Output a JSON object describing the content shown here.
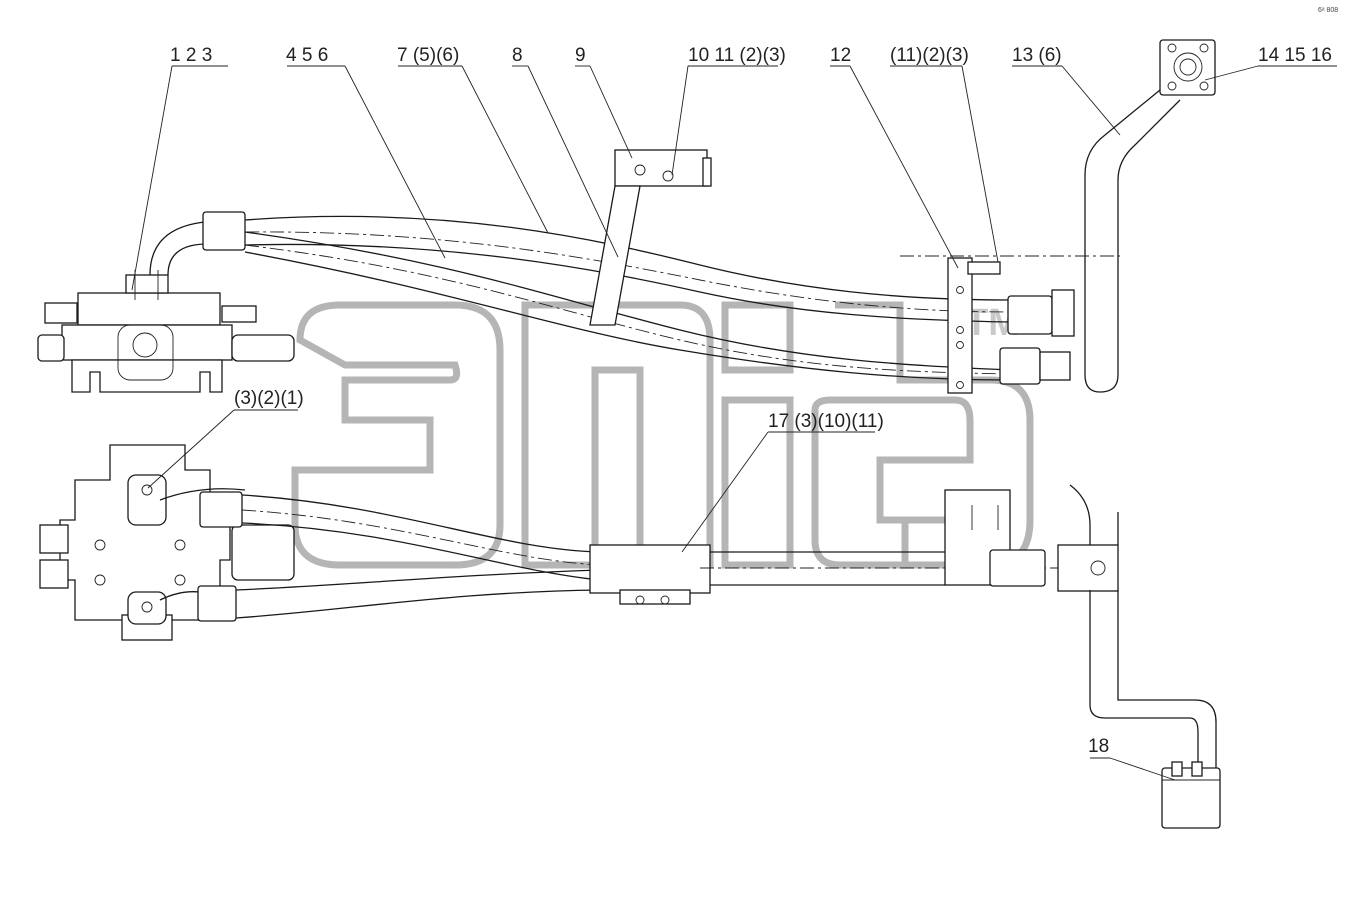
{
  "callouts": [
    {
      "id": "c1",
      "text": "1  2  3"
    },
    {
      "id": "c2",
      "text": "4  5  6"
    },
    {
      "id": "c3",
      "text": "7 (5)(6)"
    },
    {
      "id": "c4",
      "text": "8"
    },
    {
      "id": "c5",
      "text": "9"
    },
    {
      "id": "c6",
      "text": "10 11 (2)(3)"
    },
    {
      "id": "c7",
      "text": "12"
    },
    {
      "id": "c8",
      "text": "(11)(2)(3)"
    },
    {
      "id": "c9",
      "text": "13 (6)"
    },
    {
      "id": "c10",
      "text": "14  15  16"
    },
    {
      "id": "c11",
      "text": "(3)(2)(1)"
    },
    {
      "id": "c12",
      "text": "17 (3)(10)(11)"
    },
    {
      "id": "c13",
      "text": "18"
    }
  ],
  "watermark": {
    "trademark": "TM"
  },
  "corner_note": "6ᵃ 808"
}
